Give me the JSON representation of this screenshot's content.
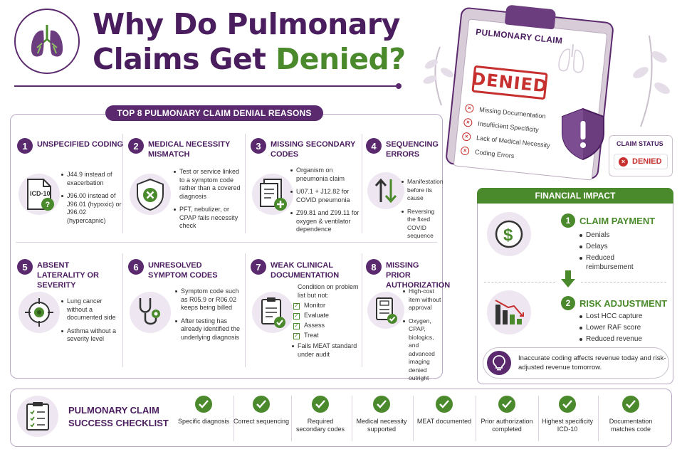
{
  "header": {
    "title_line1": "Why Do Pulmonary",
    "title_line2_a": "Claims Get ",
    "title_line2_b": "Denied?",
    "logo_icon": "lungs-icon"
  },
  "claim_doc": {
    "title": "PULMONARY CLAIM",
    "stamp": "DENIED",
    "items": [
      "Missing Documentation",
      "Insufficient Specificity",
      "Lack of Medical Necessity",
      "Coding Errors"
    ]
  },
  "claim_status": {
    "label": "CLAIM STATUS",
    "value": "DENIED"
  },
  "reasons": {
    "heading": "TOP 8 PULMONARY CLAIM DENIAL REASONS",
    "items": [
      {
        "num": "1",
        "title": "UNSPECIFIED CODING",
        "icon": "icd10-document-icon",
        "icon_text": "ICD-10",
        "bullets": [
          "J44.9 instead of exacerbation",
          "J96.00 instead of J96.01 (hypoxic) or J96.02 (hypercapnic)"
        ]
      },
      {
        "num": "2",
        "title": "MEDICAL NECESSITY MISMATCH",
        "icon": "shield-x-icon",
        "bullets": [
          "Test or service linked to a symptom code rather than a covered diagnosis",
          "PFT, nebulizer, or CPAP fails necessity check"
        ]
      },
      {
        "num": "3",
        "title": "MISSING SECONDARY CODES",
        "icon": "documents-plus-icon",
        "bullets": [
          "Organism on pneumonia claim",
          "U07.1 + J12.82 for COVID pneumonia",
          "Z99.81 and Z99.11 for oxygen & ventilator dependence"
        ]
      },
      {
        "num": "4",
        "title": "SEQUENCING ERRORS",
        "icon": "swap-arrows-icon",
        "bullets": [
          "Manifestation before its cause",
          "Reversing the fixed COVID sequence"
        ]
      },
      {
        "num": "5",
        "title": "ABSENT LATERALITY OR SEVERITY",
        "icon": "target-icon",
        "bullets": [
          "Lung cancer without a documented side",
          "Asthma without a severity level"
        ]
      },
      {
        "num": "6",
        "title": "UNRESOLVED SYMPTOM CODES",
        "icon": "stethoscope-icon",
        "bullets": [
          "Symptom code such as R05.9 or R06.02 keeps being billed",
          "After testing has already identified the underlying diagnosis"
        ]
      },
      {
        "num": "7",
        "title": "WEAK CLINICAL DOCUMENTATION",
        "icon": "clipboard-check-icon",
        "lead": "Condition on problem list but not:",
        "checks": [
          "Monitor",
          "Evaluate",
          "Assess",
          "Treat"
        ],
        "bullets": [
          "Fails MEAT standard under audit"
        ]
      },
      {
        "num": "8",
        "title": "MISSING PRIOR AUTHORIZATION",
        "icon": "form-check-icon",
        "bullets": [
          "High-cost item without approval",
          "Oxygen, CPAP, biologics, and advanced imaging denied outright"
        ]
      }
    ]
  },
  "financial": {
    "heading": "FINANCIAL IMPACT",
    "sections": [
      {
        "num": "1",
        "title": "CLAIM PAYMENT",
        "icon": "dollar-icon",
        "bullets": [
          "Denials",
          "Delays",
          "Reduced reimbursement"
        ]
      },
      {
        "num": "2",
        "title": "RISK ADJUSTMENT",
        "icon": "declining-chart-icon",
        "bullets": [
          "Lost HCC capture",
          "Lower RAF score",
          "Reduced revenue"
        ]
      }
    ],
    "note": "Inaccurate coding affects revenue today and risk-adjusted revenue tomorrow."
  },
  "checklist": {
    "title_line1": "PULMONARY CLAIM",
    "title_line2": "SUCCESS CHECKLIST",
    "items": [
      "Specific diagnosis",
      "Correct sequencing",
      "Required secondary codes",
      "Medical necessity supported",
      "MEAT documented",
      "Prior authorization completed",
      "Highest specificity ICD-10",
      "Documentation matches code"
    ]
  },
  "colors": {
    "purple": "#5b2a6e",
    "dark_purple": "#4a1d5e",
    "green": "#4a8a2c",
    "red": "#c6302f"
  }
}
